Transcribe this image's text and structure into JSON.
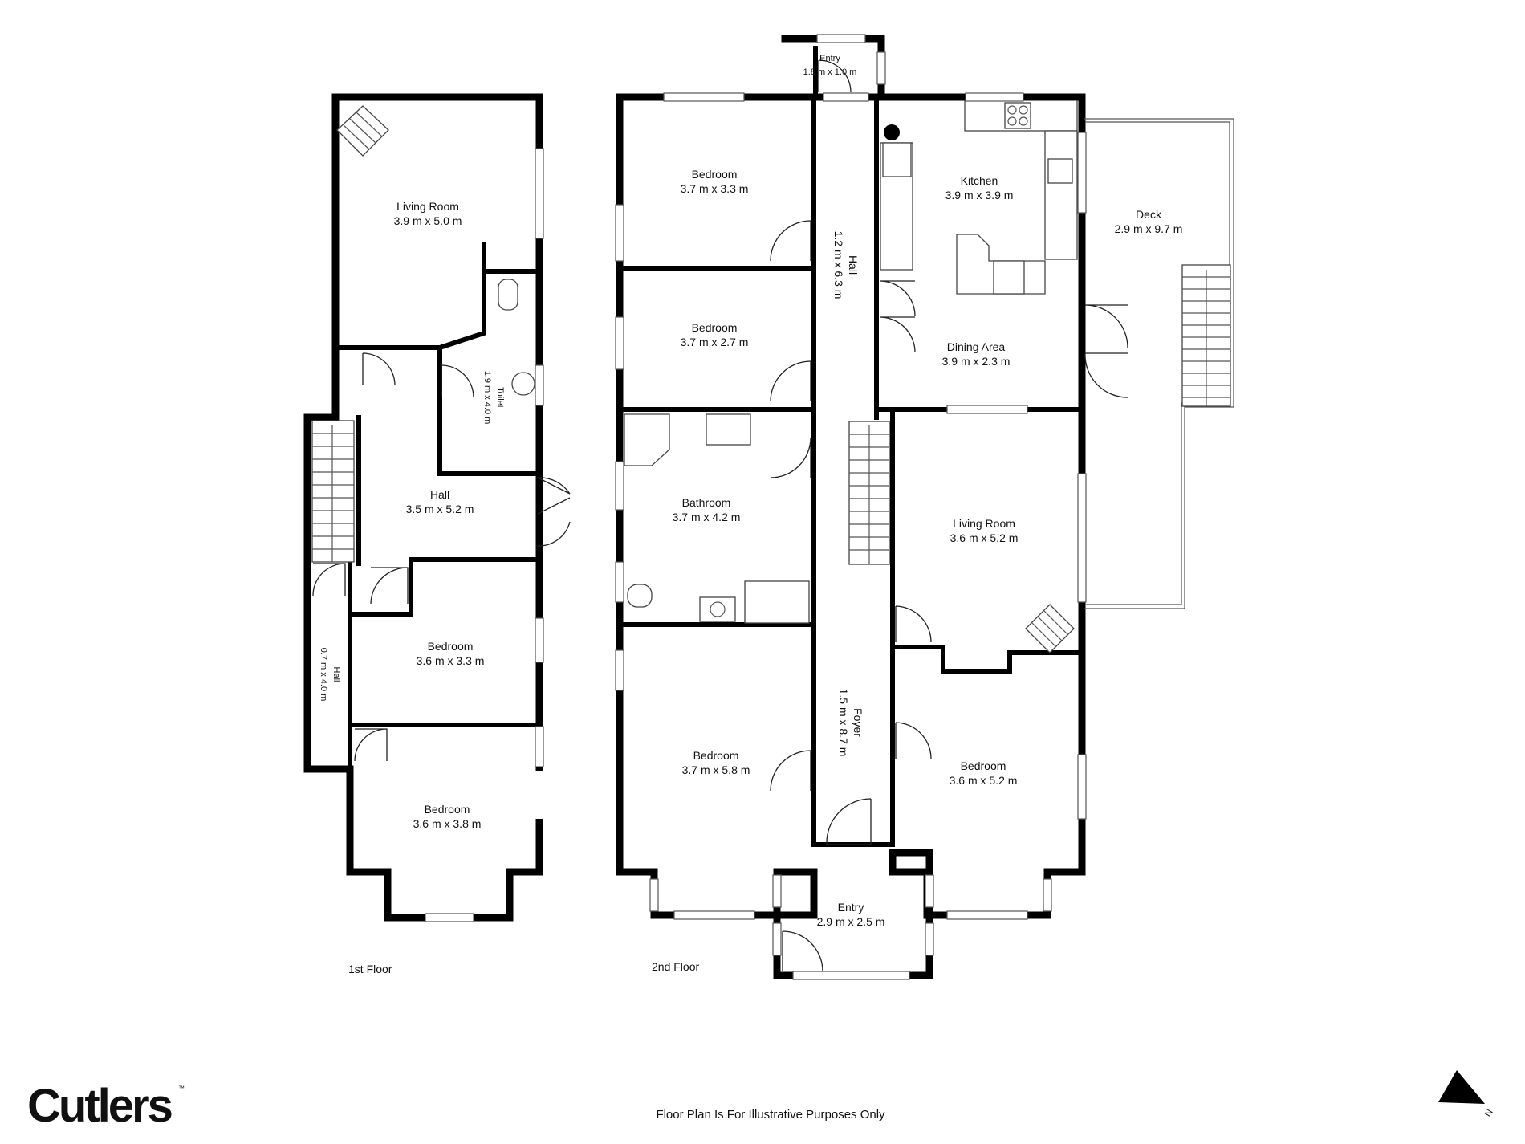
{
  "rooms": {
    "f1_living": {
      "name": "Living Room",
      "dim": "3.9 m x 5.0 m"
    },
    "f1_toilet": {
      "name": "Toilet",
      "dim": "1.9 m x 4.0 m"
    },
    "f1_hall": {
      "name": "Hall",
      "dim": "3.5 m x 5.2 m"
    },
    "f1_hall_small": {
      "name": "Hall",
      "dim": "0.7 m x 4.0 m"
    },
    "f1_bed1": {
      "name": "Bedroom",
      "dim": "3.6 m x 3.3 m"
    },
    "f1_bed2": {
      "name": "Bedroom",
      "dim": "3.6 m x 3.8 m"
    },
    "f2_entry_top": {
      "name": "Entry",
      "dim": "1.8 m x 1.0 m"
    },
    "f2_bed1": {
      "name": "Bedroom",
      "dim": "3.7 m x 3.3 m"
    },
    "f2_bed2": {
      "name": "Bedroom",
      "dim": "3.7 m x 2.7 m"
    },
    "f2_bath": {
      "name": "Bathroom",
      "dim": "3.7 m x 4.2 m"
    },
    "f2_bed3": {
      "name": "Bedroom",
      "dim": "3.7 m x 5.8 m"
    },
    "f2_hall": {
      "name": "Hall",
      "dim": "1.2 m x 6.3 m"
    },
    "f2_foyer": {
      "name": "Foyer",
      "dim": "1.5 m x 8.7 m"
    },
    "f2_entry": {
      "name": "Entry",
      "dim": "2.9 m x 2.5 m"
    },
    "f2_kitchen": {
      "name": "Kitchen",
      "dim": "3.9 m x 3.9 m"
    },
    "f2_dining": {
      "name": "Dining Area",
      "dim": "3.9 m x 2.3 m"
    },
    "f2_living": {
      "name": "Living Room",
      "dim": "3.6 m x 5.2 m"
    },
    "f2_bed4": {
      "name": "Bedroom",
      "dim": "3.6 m x 5.2 m"
    },
    "f2_deck": {
      "name": "Deck",
      "dim": "2.9 m x 9.7 m"
    }
  },
  "floors": {
    "first": "1st Floor",
    "second": "2nd Floor"
  },
  "footer": {
    "brand": "Cutlers",
    "trademark": "™",
    "disclaimer": "Floor Plan Is For Illustrative Purposes Only",
    "north": "N"
  }
}
